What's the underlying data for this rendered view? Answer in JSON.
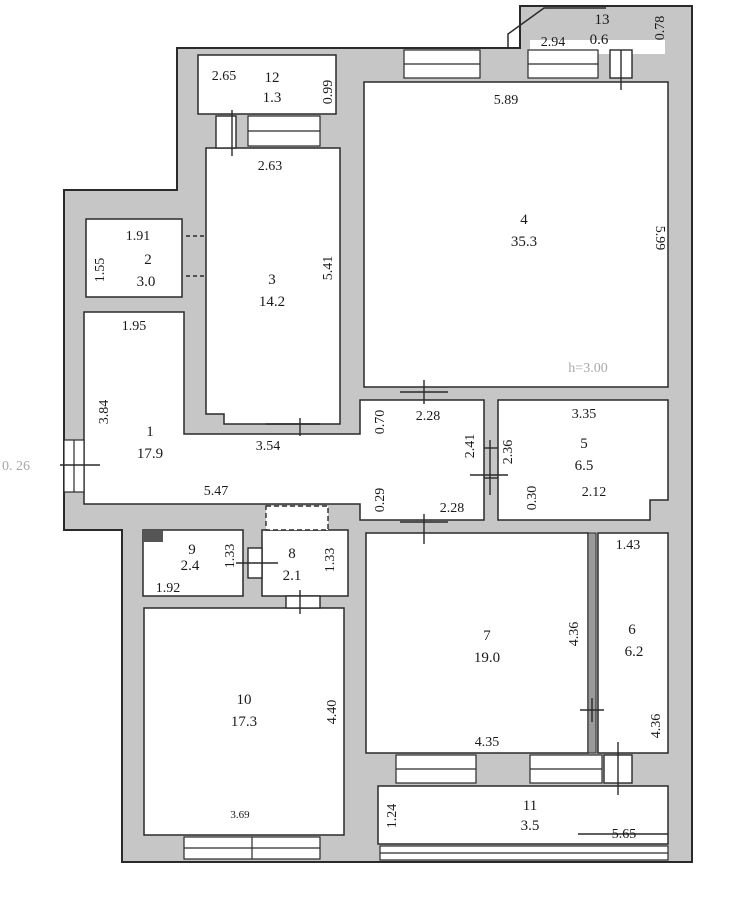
{
  "rooms": [
    {
      "id": "r1",
      "number": "1",
      "area": "17.9"
    },
    {
      "id": "r2",
      "number": "2",
      "area": "3.0"
    },
    {
      "id": "r3",
      "number": "3",
      "area": "14.2"
    },
    {
      "id": "r4",
      "number": "4",
      "area": "35.3"
    },
    {
      "id": "r5",
      "number": "5",
      "area": "6.5"
    },
    {
      "id": "r6",
      "number": "6",
      "area": "6.2"
    },
    {
      "id": "r7",
      "number": "7",
      "area": "19.0"
    },
    {
      "id": "r8",
      "number": "8",
      "area": "2.1"
    },
    {
      "id": "r9",
      "number": "9",
      "area": "2.4"
    },
    {
      "id": "r10",
      "number": "10",
      "area": "17.3"
    },
    {
      "id": "r11",
      "number": "11",
      "area": "3.5"
    },
    {
      "id": "r12",
      "number": "12",
      "area": "1.3"
    },
    {
      "id": "r13",
      "number": "13",
      "area": "0.6"
    }
  ],
  "dimensions": {
    "d_265": "2.65",
    "d_099": "0.99",
    "d_294": "2.94",
    "d_078": "0.78",
    "d_589": "5.89",
    "d_263": "2.63",
    "d_191": "1.91",
    "d_155": "1.55",
    "d_541": "5.41",
    "d_599": "5.99",
    "d_195": "1.95",
    "d_384": "3.84",
    "d_354": "3.54",
    "d_070": "0.70",
    "d_228a": "2.28",
    "d_241": "2.41",
    "d_236": "2.36",
    "d_335": "3.35",
    "d_026": "0. 26",
    "d_547": "5.47",
    "d_029": "0.29",
    "d_228b": "2.28",
    "d_030": "0.30",
    "d_212": "2.12",
    "d_133a": "1.33",
    "d_133b": "1.33",
    "d_192": "1.92",
    "d_143": "1.43",
    "d_436a": "4.36",
    "d_436b": "4.36",
    "d_440": "4.40",
    "d_435": "4.35",
    "d_124": "1.24",
    "d_565": "5.65",
    "d_369": "3.69"
  },
  "ceiling_height": "h=3.00",
  "colors": {
    "wall": "#c6c6c6",
    "line": "#2a2a2a",
    "room": "#ffffff"
  }
}
